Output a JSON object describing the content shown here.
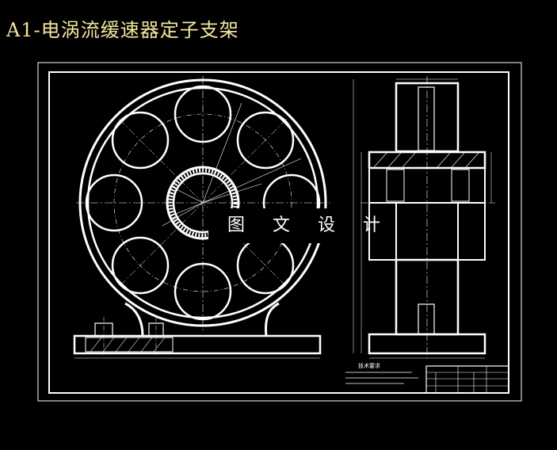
{
  "title": "A1-电涡流缓速器定子支架",
  "watermark": "图 文 设 计",
  "notes": {
    "heading": "技术要求"
  }
}
